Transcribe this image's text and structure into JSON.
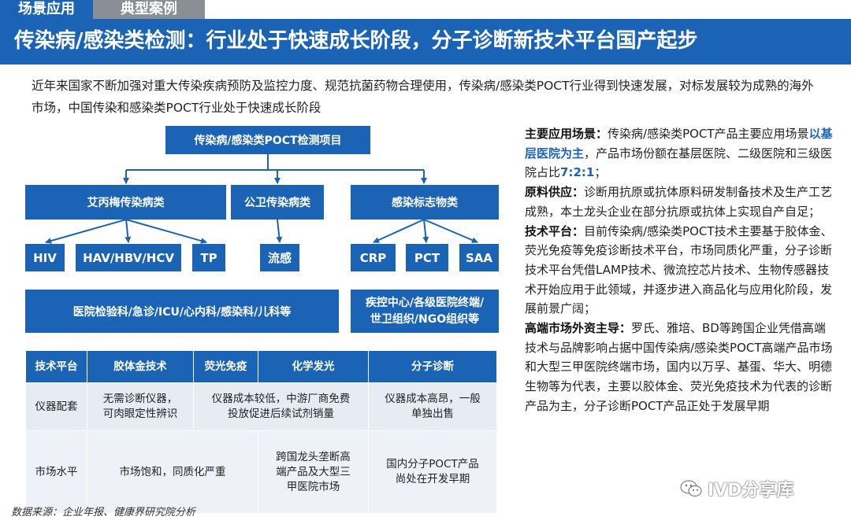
{
  "header": {
    "tab_scene": "场景应用",
    "tab_case": "典型案例",
    "title": "传染病/感染类检测：行业处于快速成长阶段，分子诊断新技术平台国产起步"
  },
  "intro": "近年来国家不断加强对重大传染疾病预防及监控力度、规范抗菌药物合理使用，传染病/感染类POCT行业得到快速发展，对标发展较为成熟的海外市场，中国传染和感染类POCT行业处于快速成长阶段",
  "diagram": {
    "root": "传染病/感染类POCT检测项目",
    "categories": [
      "艾丙梅传染病类",
      "公卫传染病类",
      "感染标志物类"
    ],
    "leaves": [
      "HIV",
      "HAV/HBV/HCV",
      "TP",
      "流感",
      "CRP",
      "PCT",
      "SAA"
    ],
    "departments": "医院检验科/急诊/ICU/心内科/感染科/儿科等",
    "organizations": [
      "疾控中心/各级医院终端/",
      "世卫组织/NGO组织等"
    ]
  },
  "table": {
    "headers": [
      "技术平台",
      "胶体金技术",
      "荧光免疫",
      "化学发光",
      "分子诊断"
    ],
    "rows": [
      {
        "label": "仪器配套",
        "colloidal": [
          "无需诊断仪器，",
          "可肉眼定性辨识"
        ],
        "fluoro_chem": [
          "仪器成本较低，中游厂商免费",
          "投放促进后续试剂销量"
        ],
        "molecular": [
          "仪器成本高昂，一般",
          "单独出售"
        ]
      },
      {
        "label": "市场水平",
        "colloidal": "市场饱和，同质化严重",
        "fluorescence": "",
        "chemilum": [
          "跨国龙头垄断高",
          "端产品及大型三",
          "甲医院市场"
        ],
        "molecular": [
          "国内分子POCT产品",
          "尚处在开发早期"
        ]
      }
    ]
  },
  "right": {
    "app_label": "主要应用场景：",
    "app_text1": "传染病/感染类POCT产品主要应用场景",
    "app_hl1": "以基层医院为主",
    "app_text2": "，产品市场份额在基层医院、二级医院和三级医院占比",
    "app_hl2": "7:2:1",
    "app_text3": "；",
    "raw_label": "原料供应：",
    "raw_text": "诊断用抗原或抗体原料研发制备技术及生产工艺成熟，本土龙头企业在部分抗原或抗体上实现自产自足；",
    "tech_label": "技术平台：",
    "tech_text": "目前传染病/感染类POCT技术主要基于胶体金、荧光免疫等免疫诊断技术平台，市场同质化严重，分子诊断技术平台凭借LAMP技术、微流控芯片技术、生物传感器技术开始应用于此领域，并逐步进入商品化与应用化阶段，发展前景广阔；",
    "market_label": "高端市场外资主导：",
    "market_text": "罗氏、雅培、BD等跨国企业凭借高端技术与品牌影响占据中国传染病/感染类POCT高端产品市场和大型三甲医院终端市场，国内以万孚、基蛋、华大、明德生物等为代表，主要以胶体金、荧光免疫技术为代表的诊断产品为主，分子诊断POCT产品正处于发展早期"
  },
  "source": "数据来源：企业年报、健康界研究院分析",
  "watermark": "IVD分享库",
  "colors": {
    "brand_blue": "#1b63b4",
    "tab_gray": "#8a8f96",
    "table_row": "#e6ecf4"
  }
}
